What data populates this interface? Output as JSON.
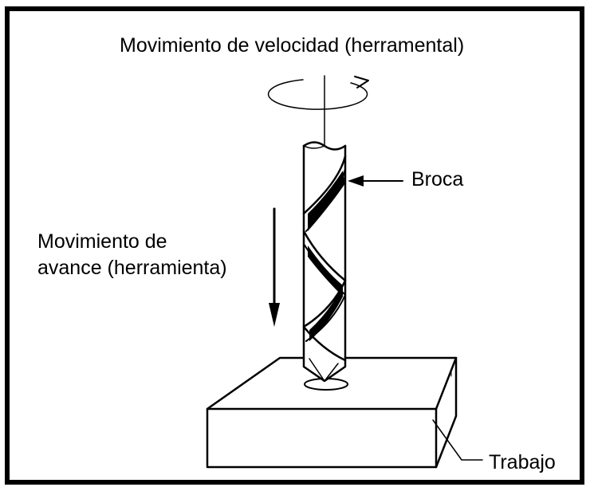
{
  "labels": {
    "speed_motion": "Movimiento de velocidad (herramental)",
    "drill": "Broca",
    "feed_motion_line1": "Movimiento de",
    "feed_motion_line2": "avance (herramienta)",
    "workpiece": "Trabajo"
  },
  "colors": {
    "ink": "#000000",
    "background": "#ffffff"
  },
  "icons": [
    "rotation-arrow-icon",
    "feed-arrow-icon",
    "drill-bit-icon",
    "workpiece-block-icon"
  ]
}
